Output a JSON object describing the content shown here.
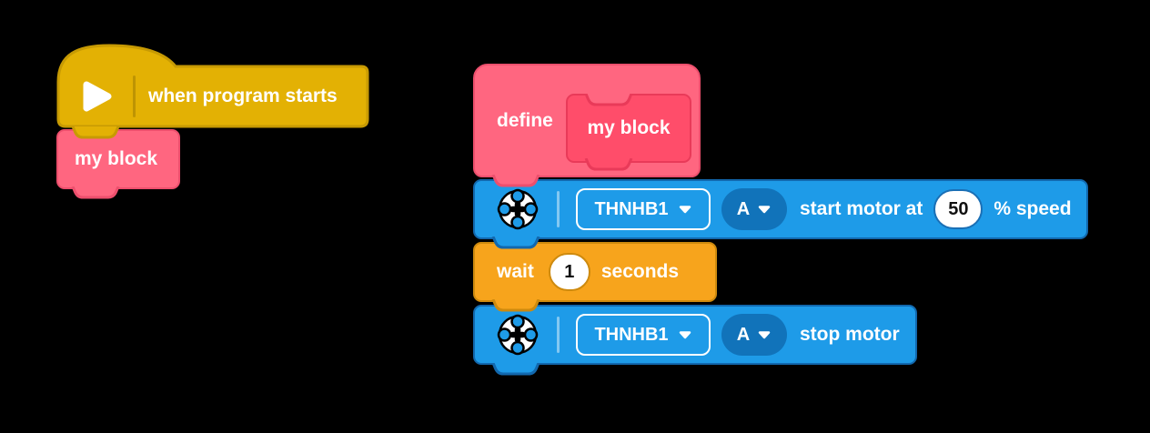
{
  "window": {
    "background": "#000000"
  },
  "colors": {
    "events_yellow": "#E3B104",
    "my_blocks_pink": "#FF6680",
    "prototype_pink": "#FF4D6A",
    "motor_blue": "#1E9BE8",
    "port_pill_blue": "#1173BA",
    "control_orange": "#F7A41C",
    "input_white": "#FFFFFF"
  },
  "left_script": {
    "when_program_starts": {
      "label": "when program starts",
      "icon": "play-icon"
    },
    "my_block_call": {
      "label": "my block"
    }
  },
  "right_script": {
    "define": {
      "keyword": "define",
      "prototype": {
        "label": "my block"
      }
    },
    "start_motor": {
      "icon": "motor-icon",
      "hub": "THNHB1",
      "port": "A",
      "text_before": "start motor at",
      "speed_value": "50",
      "text_after": "% speed"
    },
    "wait": {
      "text_before": "wait",
      "duration_value": "1",
      "text_after": "seconds"
    },
    "stop_motor": {
      "icon": "motor-icon",
      "hub": "THNHB1",
      "port": "A",
      "label": "stop motor"
    }
  }
}
